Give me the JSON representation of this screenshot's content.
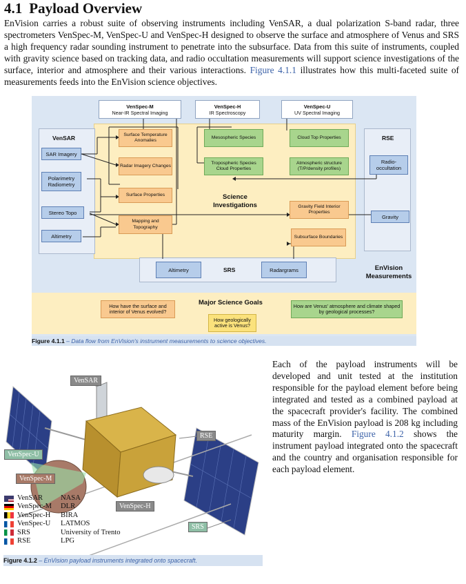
{
  "section": {
    "number": "4.1",
    "title": "Payload Overview"
  },
  "intro": {
    "text": "EnVision carries a robust suite of observing instruments including VenSAR, a dual polarization S-band radar, three spectrometers VenSpec-M, VenSpec-U and VenSpec-H designed to observe the surface and atmosphere of Venus and SRS a high frequency radar sounding instrument to penetrate into the subsurface. Data from this suite of instruments, coupled with gravity science based on tracking data, and radio occultation measurements will support science investigations of the surface, interior and atmosphere and their various interactions. ",
    "link": "Figure 4.1.1",
    "tail": " illustrates how this multi-faceted suite of measurements feeds into the EnVision science objectives."
  },
  "diagram": {
    "top_instruments": [
      {
        "name": "VenSpec-M",
        "sub": "Near-IR Spectral Imaging"
      },
      {
        "name": "VenSpec-H",
        "sub": "IR Spectroscopy"
      },
      {
        "name": "VenSpec-U",
        "sub": "UV Spectral Imaging"
      }
    ],
    "vensar": {
      "title": "VenSAR",
      "items": [
        "SAR Imagery",
        "Polarimetry Radiometry",
        "Stereo Topo",
        "Altimetry"
      ]
    },
    "rse": {
      "title": "RSE",
      "items": [
        "Radio-occultation",
        "Gravity"
      ]
    },
    "science_orange": [
      "Surface Temperature Anomalies",
      "Radar Imagery Changes",
      "Surface Properties",
      "Mapping and Topography",
      "Gravity Field Interior Properties",
      "Subsurface Boundaries"
    ],
    "science_green": [
      "Mesospheric Species",
      "Cloud Top Properties",
      "Tropospheric Species Cloud Properties",
      "Atmospheric structure (T/P/density profiles)"
    ],
    "science_label": "Science Investigations",
    "srs": {
      "title": "SRS",
      "items": [
        "Altimetry",
        "Radargrams"
      ]
    },
    "measurements_label": "EnVision Measurements",
    "goals_title": "Major Science Goals",
    "goals": [
      "How have the surface and interior of Venus evolved?",
      "How geologically active is Venus?",
      "How are Venus' atmosphere and climate shaped by geological processes?"
    ]
  },
  "fig1_caption": {
    "label": "Figure 4.1.1",
    "text": " – Data flow from EnVision's instrument measurements to science objectives."
  },
  "side_text": {
    "text": "Each of the payload instruments will be developed and unit tested at the institution responsible for the payload element before being integrated and tested as a combined payload at the spacecraft provider's facility. The combined mass of the EnVision payload is 208 kg including maturity margin. ",
    "link": "Figure 4.1.2",
    "tail": " shows the instrument payload integrated onto the spacecraft and the country and organisation responsible for each payload element."
  },
  "spacecraft": {
    "tags": [
      "VenSAR",
      "RSE",
      "VenSpec-U",
      "VenSpec-M",
      "VenSpec-H",
      "SRS"
    ],
    "legend": [
      {
        "instrument": "VenSAR",
        "org": "NASA",
        "flag": "us-flag"
      },
      {
        "instrument": "VenSpec-M",
        "org": "DLR",
        "flag": "de-flag"
      },
      {
        "instrument": "VenSpec-H",
        "org": "BIRA",
        "flag": "be-flag"
      },
      {
        "instrument": "VenSpec-U",
        "org": "LATMOS",
        "flag": "fr-flag"
      },
      {
        "instrument": "SRS",
        "org": "University of Trento",
        "flag": "it-flag"
      },
      {
        "instrument": "RSE",
        "org": "LPG",
        "flag": "fr-flag"
      }
    ]
  },
  "fig2_caption": {
    "label": "Figure 4.1.2",
    "text": " – EnVision payload instruments integrated onto spacecraft."
  }
}
